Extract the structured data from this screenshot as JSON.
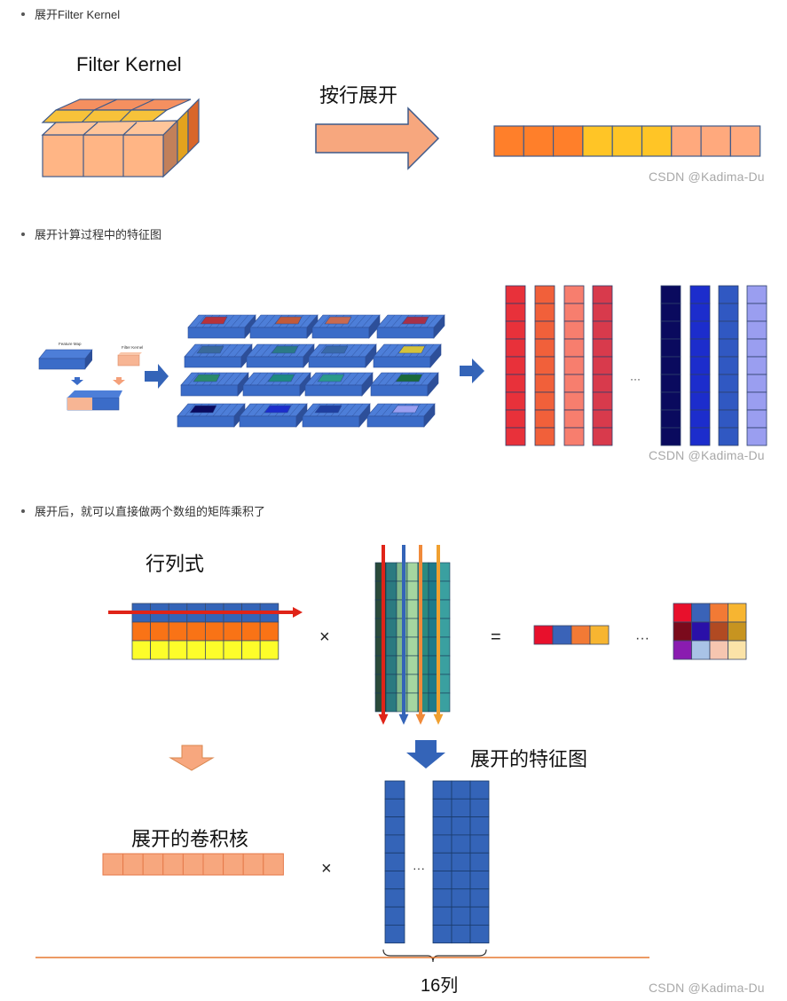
{
  "sections": [
    {
      "bullet": "展开Filter Kernel"
    },
    {
      "bullet": "展开计算过程中的特征图"
    },
    {
      "bullet": "展开后，就可以直接做两个数组的矩阵乘积了"
    }
  ],
  "s1": {
    "kernel_title": "Filter Kernel",
    "arrow_label": "按行展开",
    "watermark": "CSDN @Kadima-Du",
    "unrolled_colors": [
      "#ff7f2a",
      "#ff7f2a",
      "#ff7f2a",
      "#ffc526",
      "#ffc526",
      "#ffc526",
      "#ffa97d",
      "#ffa97d",
      "#ffa97d"
    ]
  },
  "s2": {
    "feature_map_label": "Feature Map",
    "filter_kernel_label": "Filter Kernel",
    "ellipsis": "···",
    "watermark": "CSDN @Kadima-Du",
    "column_colors": [
      "#e8313a",
      "#f1603a",
      "#f77e6e",
      "#d83a4c",
      "#0a0a5e",
      "#1c2dcc",
      "#3058c2",
      "#9a9ef0"
    ]
  },
  "s3": {
    "row_label": "行列式",
    "times": "×",
    "equals": "=",
    "ellipsis": "···",
    "unrolled_feature_label": "展开的特征图",
    "unrolled_kernel_label": "展开的卷积核",
    "columns_label": "16列",
    "watermark": "CSDN @Kadima-Du",
    "result_row_colors": [
      "#e8102c",
      "#3a63b8",
      "#f27a35",
      "#f7b531"
    ],
    "result_grid_colors": [
      "#e8102c",
      "#3a63b8",
      "#f27a35",
      "#f7b531",
      "#7a0a1c",
      "#2a10a8",
      "#b14a22",
      "#c79420",
      "#8a1cb0",
      "#a9c3e6",
      "#f6c6b0",
      "#fbe3a8"
    ]
  }
}
